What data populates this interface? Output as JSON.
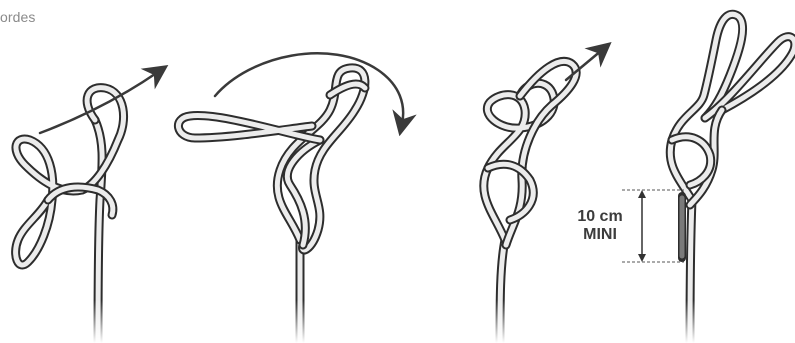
{
  "header": {
    "corner_label": "ordes"
  },
  "steps": [
    {
      "id": "step-1",
      "arrow": "up-right"
    },
    {
      "id": "step-2",
      "arrow": "curve-over-down"
    },
    {
      "id": "step-3",
      "arrow": "up-right"
    },
    {
      "id": "step-4",
      "arrow": "none"
    }
  ],
  "measurement": {
    "value": "10 cm",
    "qualifier": "MINI"
  },
  "colors": {
    "rope_fill": "#ececec",
    "rope_outline": "#2d2d2d",
    "rope_tail": "#7a7a7a",
    "arrow": "#3a3a3a",
    "text": "#3c3c3c"
  }
}
